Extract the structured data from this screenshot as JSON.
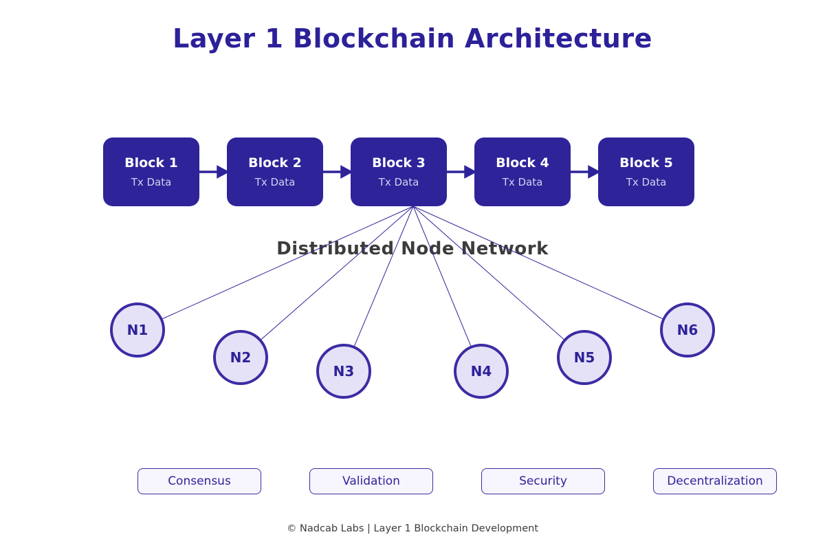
{
  "title": "Layer 1 Blockchain Architecture",
  "network_title": "Distributed Node Network",
  "footer": "© Nadcab Labs | Layer 1 Blockchain Development",
  "blocks": [
    {
      "label": "Block 1",
      "tx_label": "Tx Data"
    },
    {
      "label": "Block 2",
      "tx_label": "Tx Data"
    },
    {
      "label": "Block 3",
      "tx_label": "Tx Data"
    },
    {
      "label": "Block 4",
      "tx_label": "Tx Data"
    },
    {
      "label": "Block 5",
      "tx_label": "Tx Data"
    }
  ],
  "nodes": [
    {
      "label": "N1"
    },
    {
      "label": "N2"
    },
    {
      "label": "N3"
    },
    {
      "label": "N4"
    },
    {
      "label": "N5"
    },
    {
      "label": "N6"
    }
  ],
  "features": [
    {
      "label": "Consensus"
    },
    {
      "label": "Validation"
    },
    {
      "label": "Security"
    },
    {
      "label": "Decentralization"
    }
  ],
  "colors": {
    "accent_indigo": "#2E2399",
    "title_indigo": "#2C2199",
    "node_border": "#3B2CA3",
    "node_fill": "#E5E2F8",
    "block_text": "#FFFFFF",
    "block_subtext": "#D5D0F0",
    "feature_fill": "#F7F5FD",
    "heading_gray": "#3C3C3C"
  }
}
